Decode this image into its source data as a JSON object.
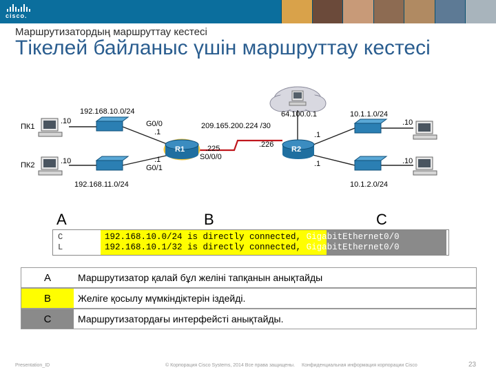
{
  "header": {
    "logo_text": "cisco."
  },
  "slide": {
    "subtitle": "Маршрутизатордың маршруттау кестесі",
    "title": "Тікелей байланыс үшін маршруттау кестесі"
  },
  "diagram": {
    "pc1": "ПК1",
    "pc2": "ПК2",
    "r1": "R1",
    "r2": "R2",
    "net_10": "192.168.10.0/24",
    "net_11": "192.168.11.0/24",
    "net_wan": "209.165.200.224 /30",
    "net_internet": "64.100.0.1",
    "net_r2_top": "10.1.1.0/24",
    "net_r2_bottom": "10.1.2.0/24",
    "pc1_host": ".10",
    "pc2_host": ".10",
    "r2_top_host": ".10",
    "r2_bottom_host": ".10",
    "r1_g00": "G0/0",
    "r1_g00_host": ".1",
    "r1_g01": "G0/1",
    "r1_g01_host": ".1",
    "r1_s000_host": ".225",
    "r1_s000": "S0/0/0",
    "r2_s_host": ".226",
    "r2_top_if_host": ".1",
    "r2_bottom_if_host": ".1"
  },
  "routing_table": {
    "col_a": "A",
    "col_b": "B",
    "col_c": "C",
    "codes": [
      "C",
      "L"
    ],
    "rows": [
      {
        "network": "192.168.10.0/24 is directly connected,",
        "interface": "GigabitEthernet0/0"
      },
      {
        "network": "192.168.10.1/32 is directly connected,",
        "interface": "GigabitEthernet0/0"
      }
    ]
  },
  "legend": [
    {
      "key": "A",
      "text": "Маршрутизатор қалай бұл желіні тапқанын анықтайды",
      "key_color": "#ffffff"
    },
    {
      "key": "B",
      "text": "Желіге қосылу мүмкіндіктерін іздейді.",
      "key_color": "#fffe00"
    },
    {
      "key": "C",
      "text": "Маршрутизатордағы интерфейсті анықтайды.",
      "key_color": "#8a8a8a"
    }
  ],
  "footer": {
    "left": "Presentation_ID",
    "center": "© Корпорация Cisco Systems, 2014 Все права защищены.",
    "center2": "Конфиденциальная информация корпорации Cisco",
    "page": "23"
  },
  "colors": {
    "header": "#0b6e9d",
    "title": "#2a5d8f",
    "wan_link": "#c0161d",
    "router": "#1f6fa0"
  }
}
